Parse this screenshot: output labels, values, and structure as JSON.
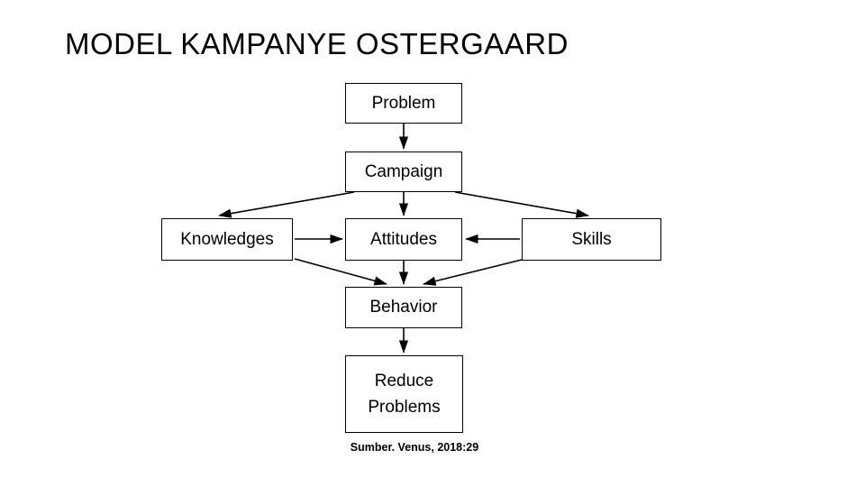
{
  "slide": {
    "title": "MODEL KAMPANYE OSTERGAARD",
    "background_color": "#ffffff",
    "text_color": "#000000"
  },
  "diagram": {
    "type": "flowchart",
    "nodes": [
      {
        "id": "problem",
        "label": "Problem"
      },
      {
        "id": "campaign",
        "label": "Campaign"
      },
      {
        "id": "knowledges",
        "label": "Knowledges"
      },
      {
        "id": "attitudes",
        "label": "Attitudes"
      },
      {
        "id": "skills",
        "label": "Skills"
      },
      {
        "id": "behavior",
        "label": "Behavior"
      },
      {
        "id": "reduce",
        "label_line1": "Reduce",
        "label_line2": "Problems"
      }
    ],
    "edges": [
      {
        "from": "problem",
        "to": "campaign"
      },
      {
        "from": "campaign",
        "to": "knowledges"
      },
      {
        "from": "campaign",
        "to": "attitudes"
      },
      {
        "from": "campaign",
        "to": "skills"
      },
      {
        "from": "knowledges",
        "to": "attitudes"
      },
      {
        "from": "skills",
        "to": "attitudes"
      },
      {
        "from": "knowledges",
        "to": "behavior"
      },
      {
        "from": "attitudes",
        "to": "behavior"
      },
      {
        "from": "skills",
        "to": "behavior"
      },
      {
        "from": "behavior",
        "to": "reduce"
      }
    ],
    "line_color": "#000000"
  },
  "source": {
    "note": "Sumber. Venus, 2018:29"
  }
}
